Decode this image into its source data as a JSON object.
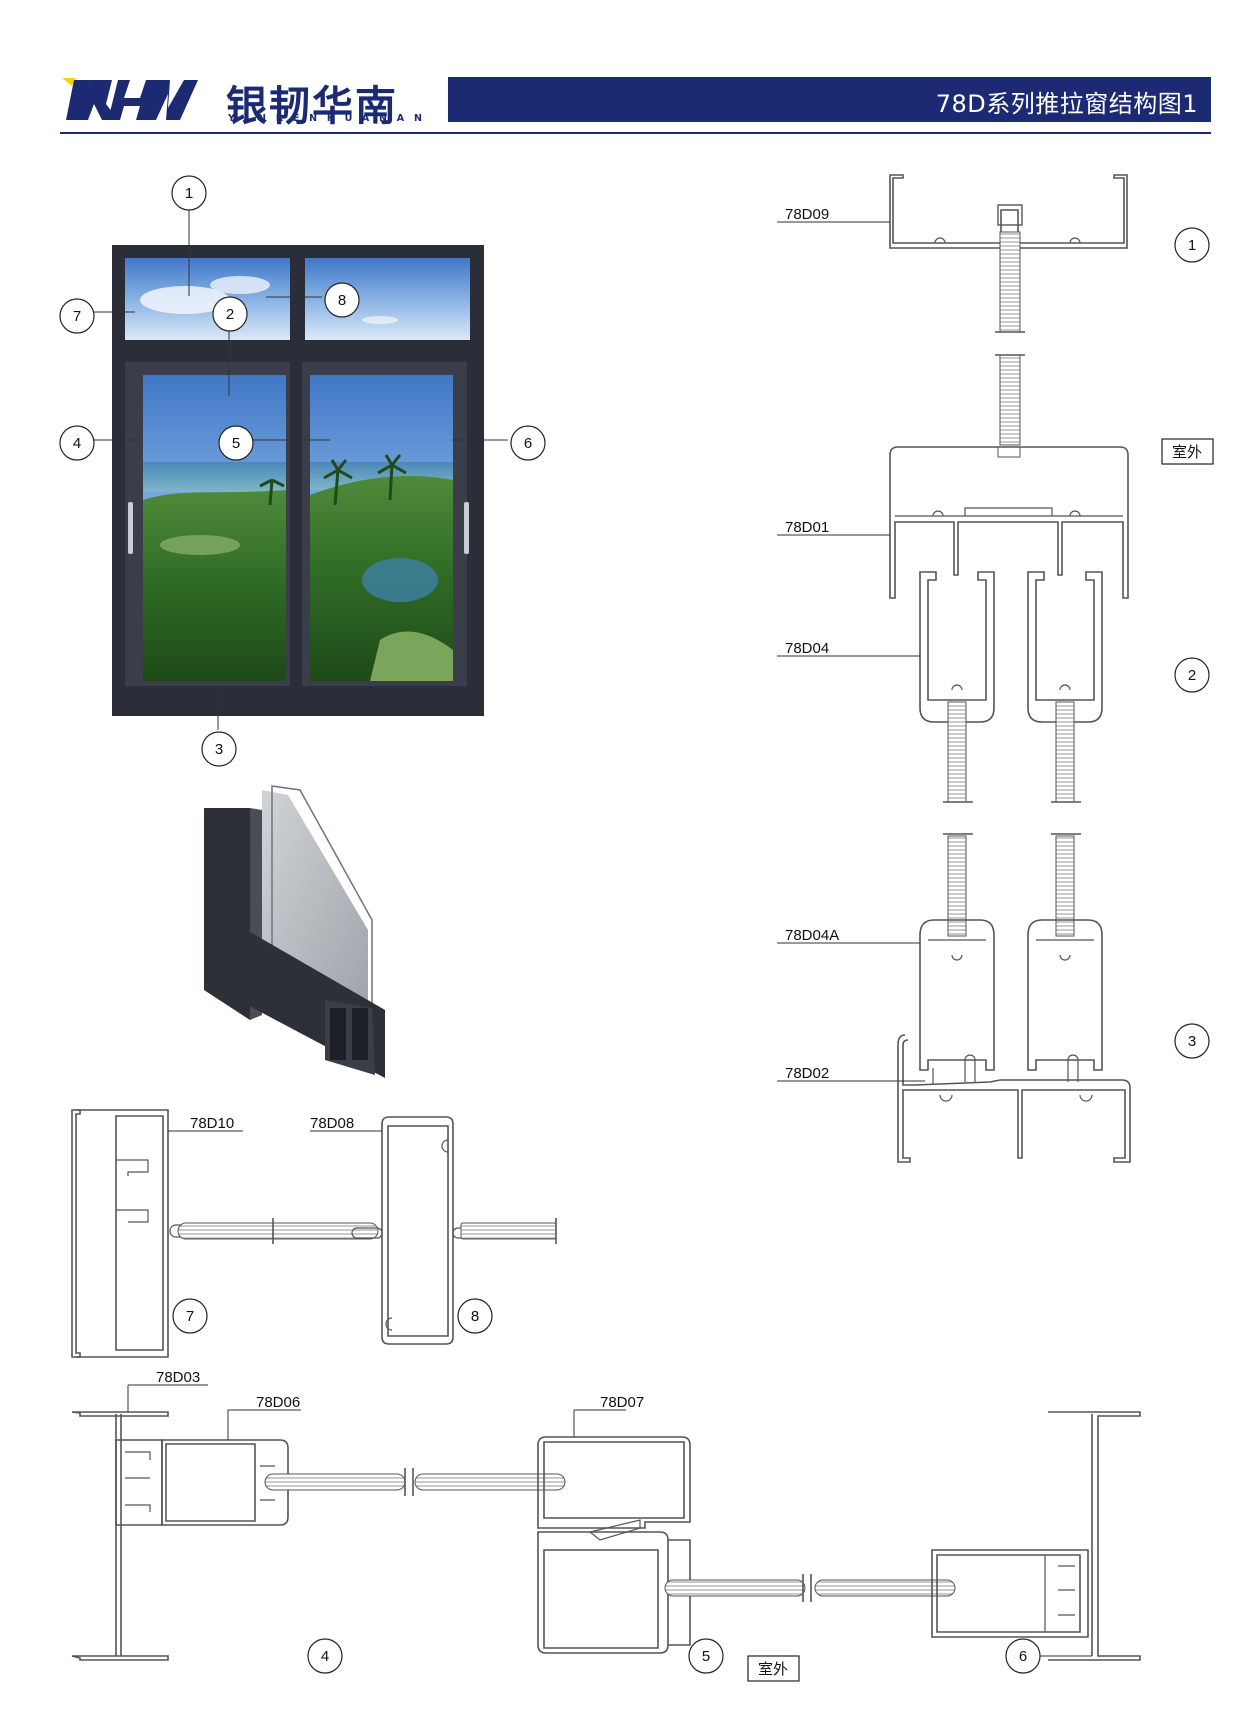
{
  "header": {
    "brand_cn": "银韧华南",
    "brand_en": "YINRENHUANAN",
    "title": "78D系列推拉窗结构图1",
    "color_primary": "#1c2a73",
    "color_accent": "#f5d400"
  },
  "callouts": [
    "1",
    "2",
    "3",
    "4",
    "5",
    "6",
    "7",
    "8"
  ],
  "side_labels": {
    "outside": "室外"
  },
  "part_codes": {
    "p78D09": "78D09",
    "p78D01": "78D01",
    "p78D04": "78D04",
    "p78D04A": "78D04A",
    "p78D02": "78D02",
    "p78D10": "78D10",
    "p78D08": "78D08",
    "p78D03": "78D03",
    "p78D06": "78D06",
    "p78D07": "78D07"
  }
}
